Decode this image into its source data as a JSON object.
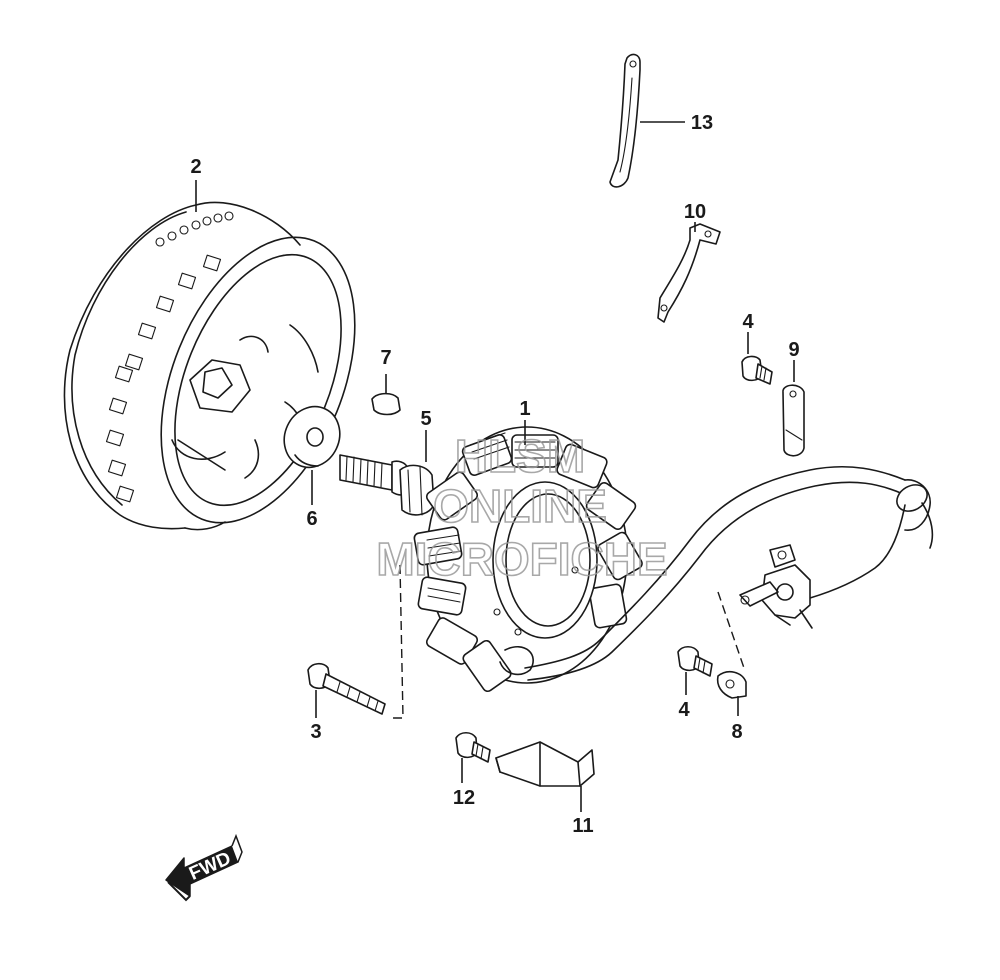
{
  "callouts": {
    "c1": "1",
    "c2": "2",
    "c3": "3",
    "c4a": "4",
    "c4b": "4",
    "c5": "5",
    "c6": "6",
    "c7": "7",
    "c8": "8",
    "c9": "9",
    "c10": "10",
    "c11": "11",
    "c12": "12",
    "c13": "13"
  },
  "watermark": {
    "line1": "HLSM",
    "line2": "ONLINE",
    "line3": "MICROFICHE"
  },
  "direction_arrow": {
    "label": "FWD"
  },
  "colors": {
    "line": "#1a1a1a",
    "watermark": "#9a9a9a",
    "background": "#ffffff"
  }
}
